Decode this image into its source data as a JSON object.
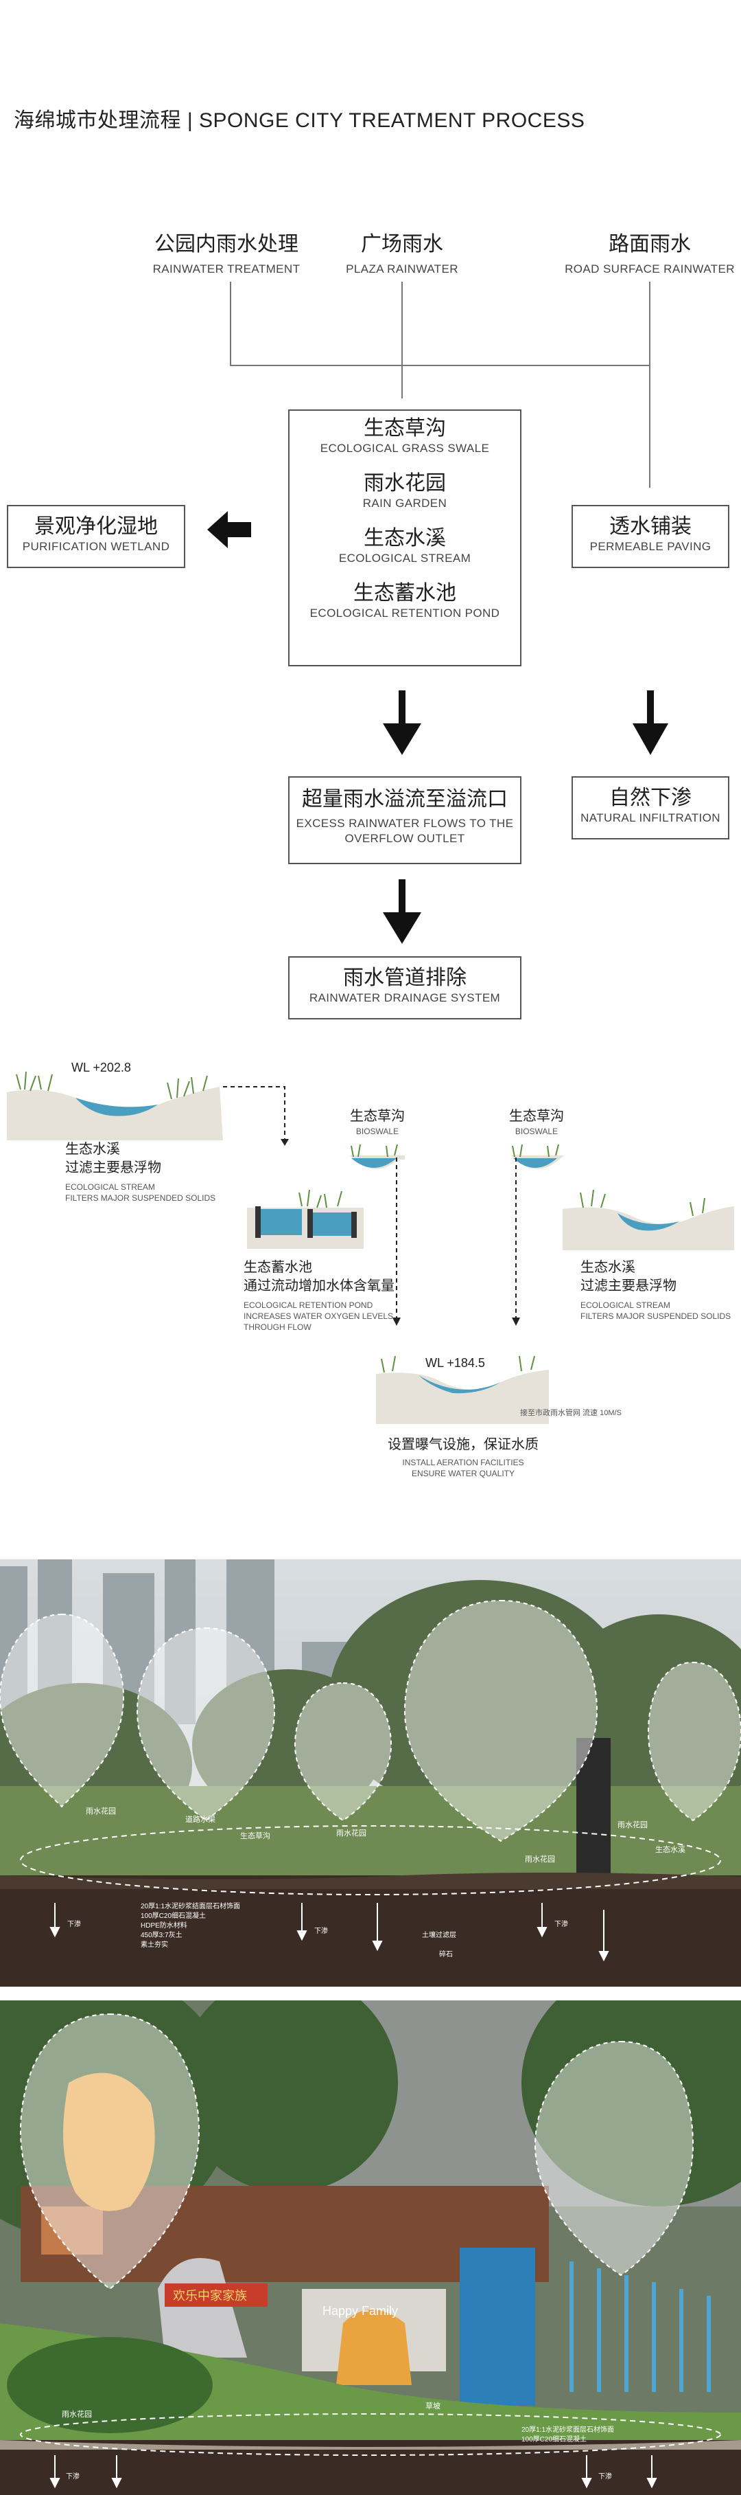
{
  "title": "海绵城市处理流程 | SPONGE CITY TREATMENT PROCESS",
  "sources": [
    {
      "cn": "公园内雨水处理",
      "en": "RAINWATER TREATMENT"
    },
    {
      "cn": "广场雨水",
      "en": "PLAZA RAINWATER"
    },
    {
      "cn": "路面雨水",
      "en": "ROAD SURFACE RAINWATER"
    }
  ],
  "center_box": [
    {
      "cn": "生态草沟",
      "en": "ECOLOGICAL GRASS SWALE"
    },
    {
      "cn": "雨水花园",
      "en": "RAIN GARDEN"
    },
    {
      "cn": "生态水溪",
      "en": "ECOLOGICAL STREAM"
    },
    {
      "cn": "生态蓄水池",
      "en": "ECOLOGICAL RETENTION POND"
    }
  ],
  "wetland": {
    "cn": "景观净化湿地",
    "en": "PURIFICATION WETLAND"
  },
  "paving": {
    "cn": "透水铺装",
    "en": "PERMEABLE PAVING"
  },
  "overflow": {
    "cn": "超量雨水溢流至溢流口",
    "en1": "EXCESS RAINWATER FLOWS TO THE",
    "en2": "OVERFLOW OUTLET"
  },
  "infiltration": {
    "cn": "自然下渗",
    "en": "NATURAL INFILTRATION"
  },
  "drainage": {
    "cn": "雨水管道排除",
    "en": "RAINWATER DRAINAGE SYSTEM"
  },
  "section": {
    "wl_top": "WL +202.8",
    "wl_bottom": "WL +184.5",
    "stream_left": {
      "cn": "生态水溪",
      "cn2": "过滤主要悬浮物",
      "en1": "ECOLOGICAL STREAM",
      "en2": "FILTERS MAJOR SUSPENDED SOLIDS"
    },
    "bioswale1": {
      "cn": "生态草沟",
      "en": "BIOSWALE"
    },
    "bioswale2": {
      "cn": "生态草沟",
      "en": "BIOSWALE"
    },
    "pond": {
      "cn": "生态蓄水池",
      "cn2": "通过流动增加水体含氧量",
      "en1": "ECOLOGICAL RETENTION POND",
      "en2": "INCREASES WATER OXYGEN LEVELS",
      "en3": "THROUGH FLOW"
    },
    "stream_right": {
      "cn": "生态水溪",
      "cn2": "过滤主要悬浮物",
      "en1": "ECOLOGICAL STREAM",
      "en2": "FILTERS MAJOR SUSPENDED SOLIDS"
    },
    "pipe_note": "接至市政雨水管网 流速 10M/S",
    "aeration": {
      "cn": "设置曝气设施，保证水质",
      "en1": "INSTALL AERATION FACILITIES",
      "en2": "ENSURE WATER QUALITY"
    }
  },
  "photo1": {
    "tags": [
      "雨水花园",
      "道路水渠",
      "生态草沟",
      "雨水花园",
      "雨水花园",
      "雨水花园",
      "生态水溪"
    ],
    "down": "下渗",
    "legend": [
      "20厚1:1水泥砂浆结面层石材饰面",
      "100厚C20细石混凝土",
      "HDPE防水材料",
      "450厚3:7灰土",
      "素土夯实"
    ],
    "notes": [
      "土壤过滤层",
      "碎石"
    ]
  },
  "photo2": {
    "banner": "欢乐中家家族",
    "sign": "Happy Family",
    "tags": [
      "雨水花园",
      "草坡"
    ],
    "down": "下渗",
    "legend": [
      "20厚1:1水泥砂浆面层石材饰面",
      "100厚C20细石混凝土"
    ]
  },
  "colors": {
    "water": "#4a9fc0",
    "ground": "#e6e2da",
    "grass": "#5f8f40",
    "soil": "#3a2c24",
    "box_border": "#555555"
  }
}
